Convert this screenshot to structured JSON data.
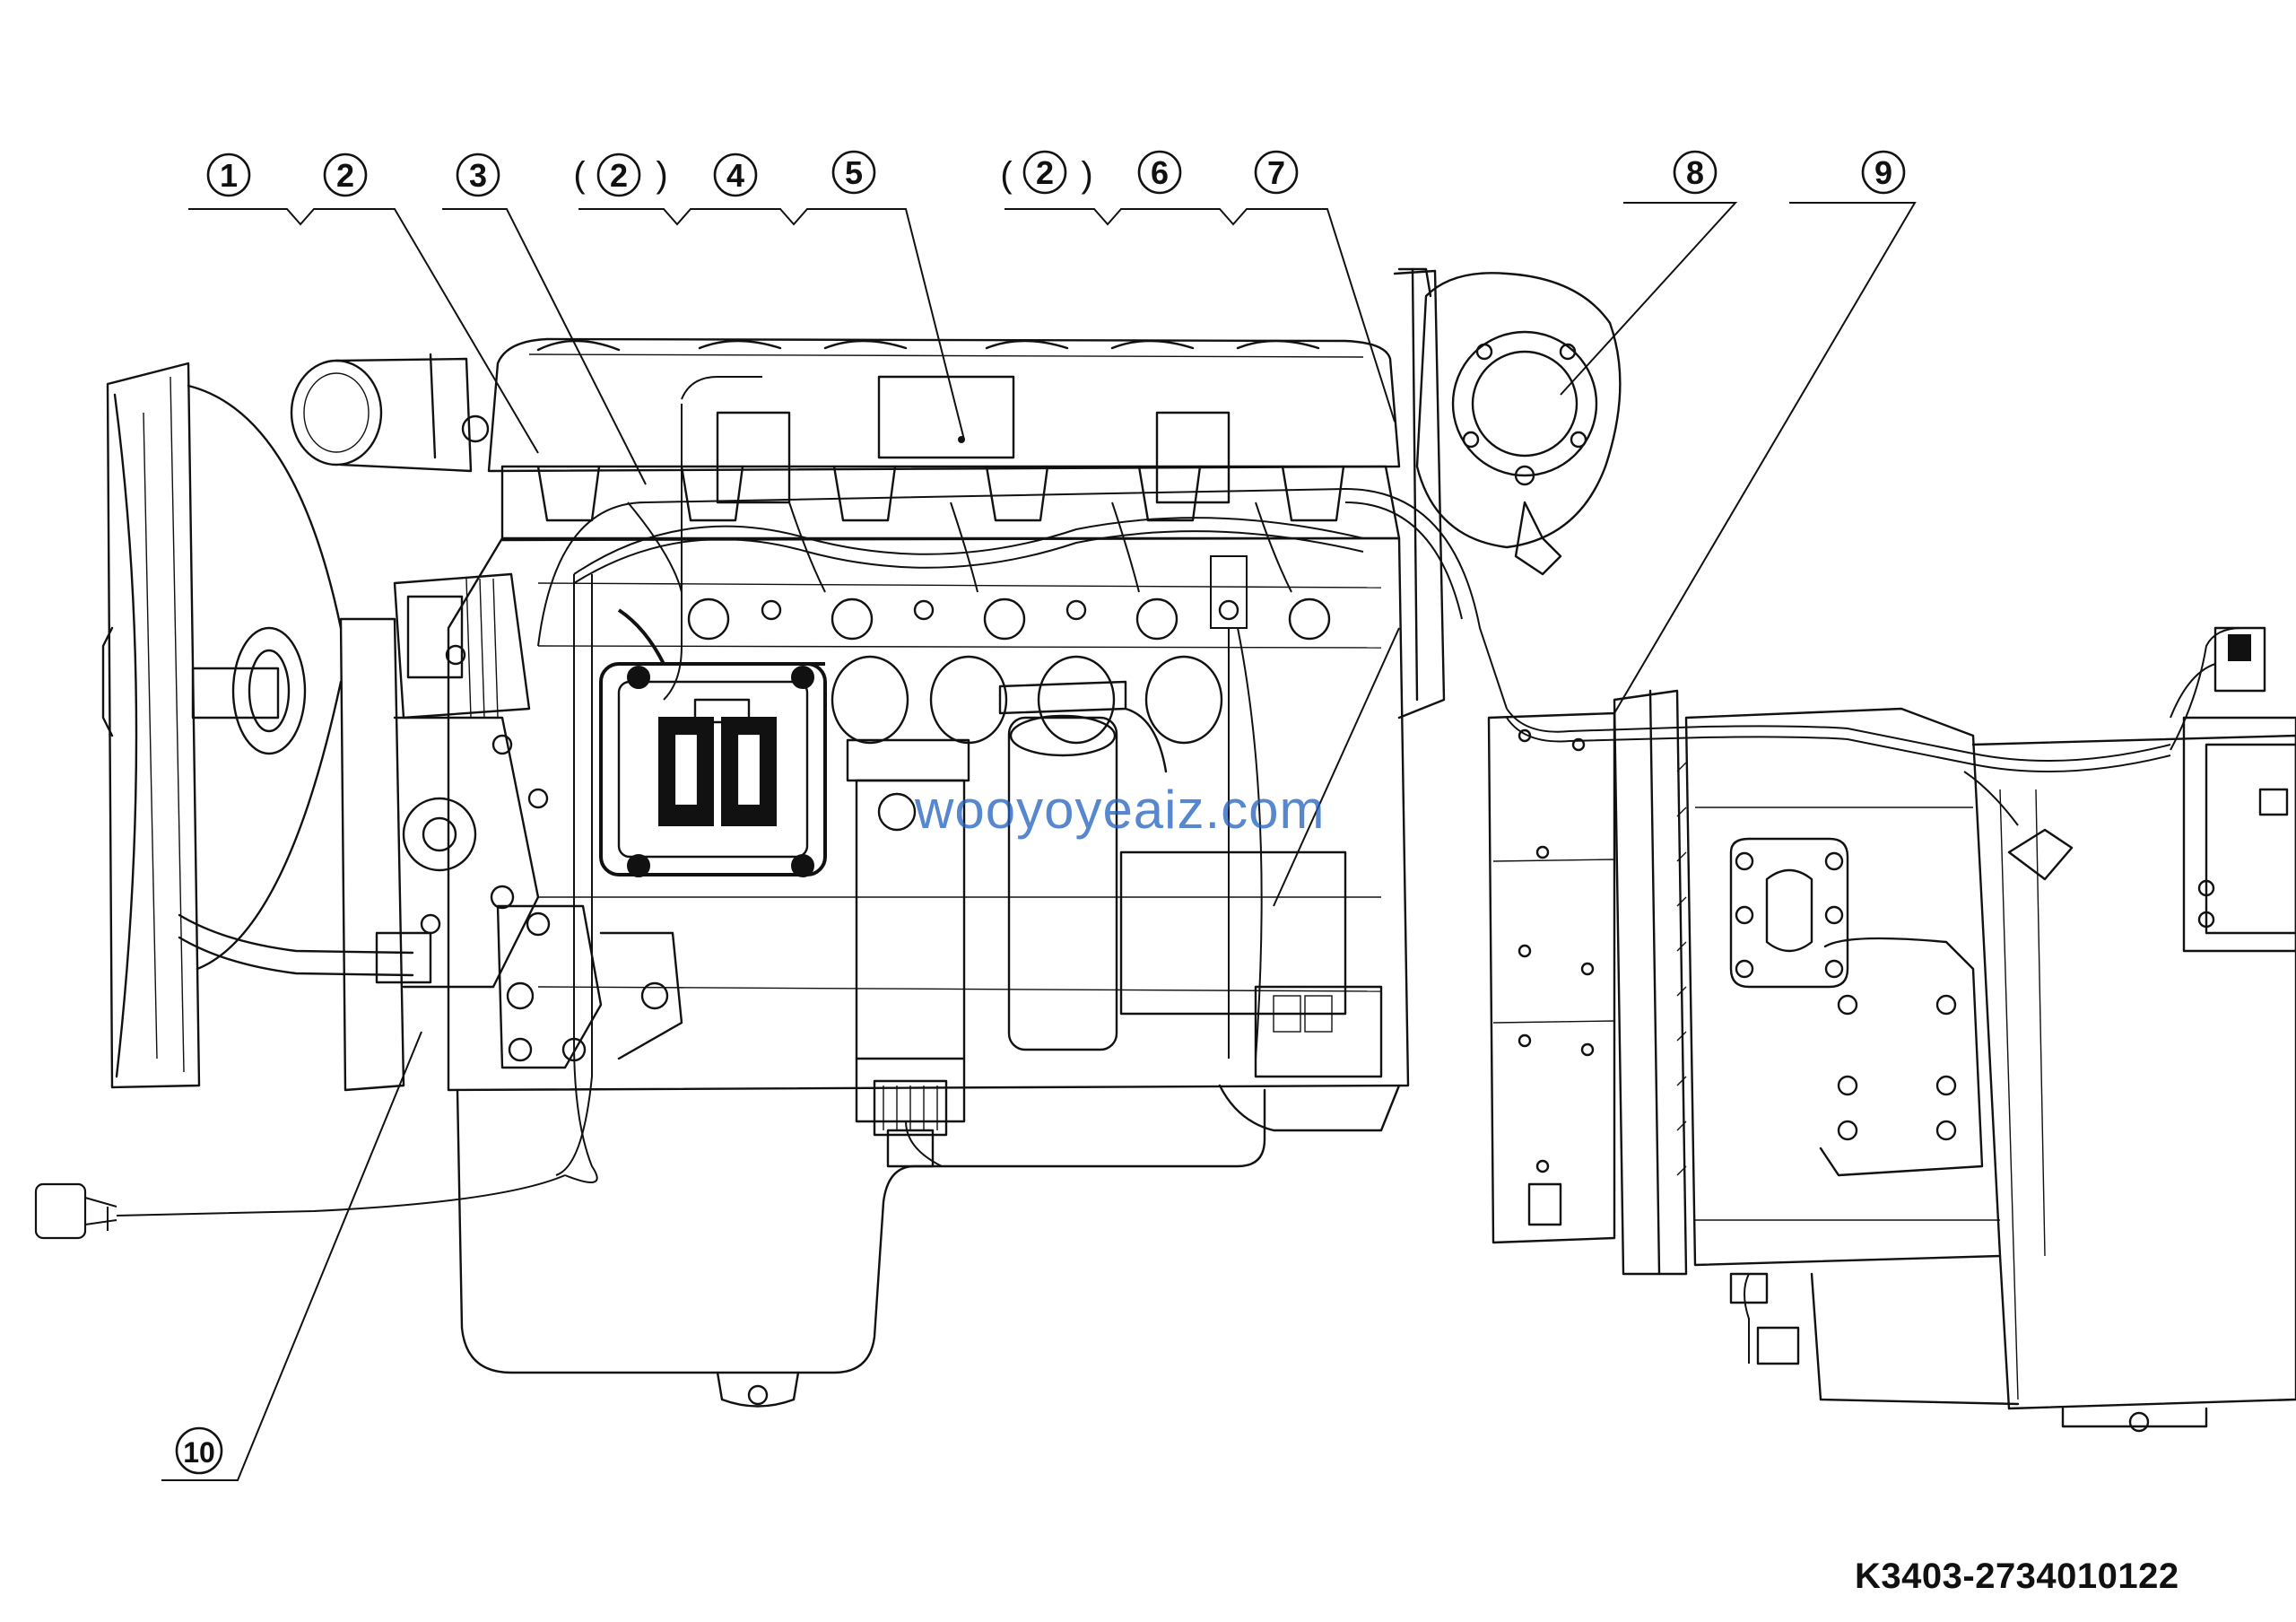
{
  "callouts": [
    {
      "id": "c1",
      "label": "1"
    },
    {
      "id": "c2",
      "label": "2"
    },
    {
      "id": "c3",
      "label": "3"
    },
    {
      "id": "c2b",
      "label": "2"
    },
    {
      "id": "c4",
      "label": "4"
    },
    {
      "id": "c5",
      "label": "5"
    },
    {
      "id": "c2c",
      "label": "2"
    },
    {
      "id": "c6",
      "label": "6"
    },
    {
      "id": "c7",
      "label": "7"
    },
    {
      "id": "c8",
      "label": "8"
    },
    {
      "id": "c9",
      "label": "9"
    },
    {
      "id": "c10",
      "label": "10"
    }
  ],
  "part_code": "K3403-2734010122",
  "watermark": "wooyoyeaiz.com",
  "colors": {
    "line": "#111111",
    "watermark": "#1e5fbf",
    "background": "#ffffff"
  }
}
